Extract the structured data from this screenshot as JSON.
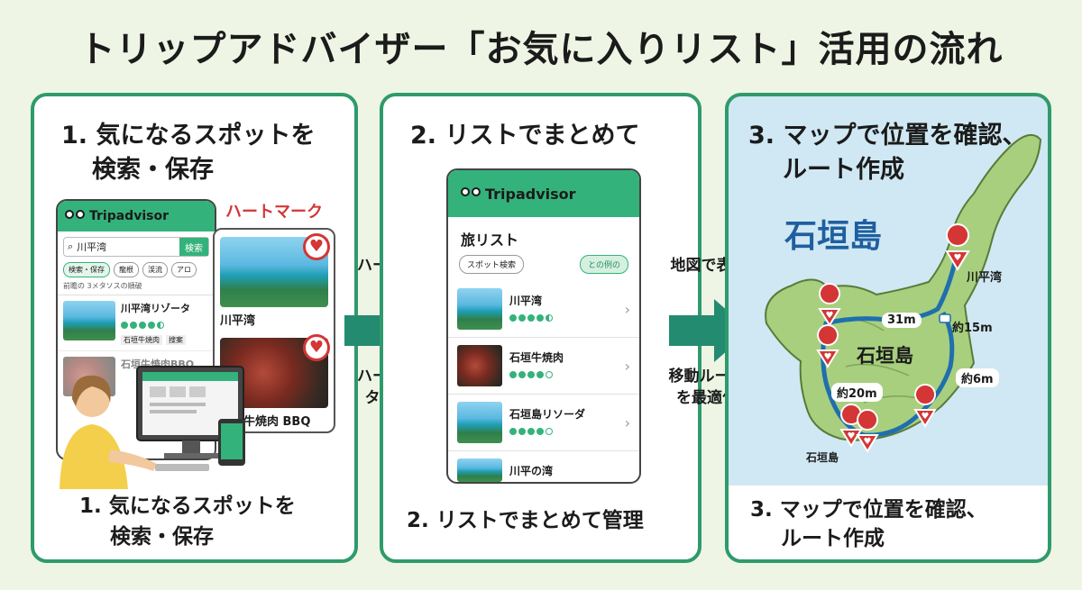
{
  "title": "トリップアドバイザー「お気に入りリスト」活用の流れ",
  "colors": {
    "accent": "#2f9a6c",
    "brand": "#34b27b",
    "heart": "#d43535",
    "sea": "#cfe8f3",
    "island": "#a8cf7e"
  },
  "step1": {
    "heading_line1": "1. 気になるスポットを",
    "heading_line2": "検索・保存",
    "footer_line1": "1. 気になるスポットを",
    "footer_line2": "検索・保存",
    "heart_label": "ハートマーク",
    "app": {
      "brand": "Tripadvisor",
      "search_value": "川平湾",
      "search_button": "検索",
      "chips": [
        "検索・保存",
        "龍根",
        "渓流",
        "アロ"
      ],
      "sort_text": "前瞻の 3メタソスの順破",
      "results": [
        {
          "name": "川平湾リゾータ",
          "rating": "4.5",
          "tags": [
            "石垣牛焼肉",
            "搜案"
          ]
        },
        {
          "name": "石垣牛焼肉BBQ"
        }
      ]
    },
    "callout": [
      {
        "name": "川平湾"
      },
      {
        "name": "石垣牛焼肉 BBQ"
      }
    ]
  },
  "arrow1": {
    "top": "ハートを",
    "bottom_line1": "ハートを",
    "bottom_line2": "タップ"
  },
  "step2": {
    "heading": "2. リストでまとめて",
    "footer": "2. リストでまとめて管理",
    "app": {
      "brand": "Tripadvisor",
      "list_title": "旅リスト",
      "left_pill": "スポット検索",
      "right_pill": "との例の",
      "items": [
        {
          "name": "川平湾",
          "rating": 4.5
        },
        {
          "name": "石垣牛焼肉",
          "rating": 4
        },
        {
          "name": "石垣島リソーダ",
          "rating": 4
        },
        {
          "name": "川平の湾"
        }
      ]
    }
  },
  "arrow2": {
    "top": "地図で表示",
    "bottom_line1": "移動ルート",
    "bottom_line2": "を最適化"
  },
  "step3": {
    "heading_line1": "3. マップで位置を確認、",
    "heading_line2": "ルート作成",
    "footer_line1": "3. マップで位置を確認、",
    "footer_line2": "ルート作成",
    "map": {
      "island_title": "石垣島",
      "island_center": "石垣島",
      "place_kabira": "川平湾",
      "place_port": "石垣島",
      "d1": "31m",
      "d2": "約15m",
      "d3": "約6m",
      "d4": "約20m"
    }
  }
}
